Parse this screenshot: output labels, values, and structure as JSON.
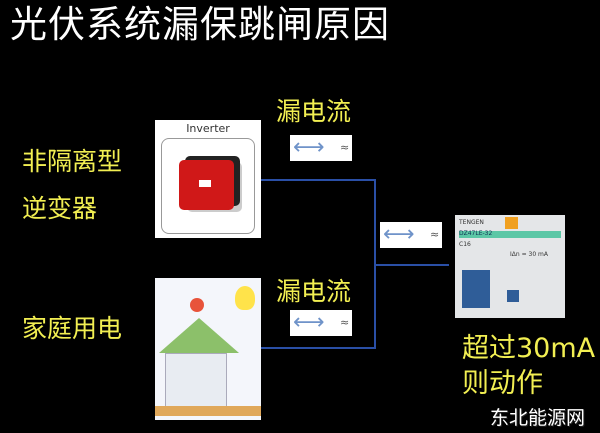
{
  "title": "光伏系统漏保跳闸原因",
  "left_labels": {
    "inverter_line1": "非隔离型",
    "inverter_line2": "逆变器",
    "home": "家庭用电"
  },
  "leak_labels": {
    "top": "漏电流",
    "bottom": "漏电流"
  },
  "inverter_caption": "Inverter",
  "ac_symbol": "≈",
  "breaker_text": {
    "brand": "TENGEN",
    "model": "DZ47LE-32",
    "rating": "C16",
    "spec": "IΔn = 30 mA"
  },
  "result": {
    "line1": "超过30mA",
    "line2": "则动作"
  },
  "watermark": "东北能源网",
  "colors": {
    "text_yellow": "#f2ef52",
    "wire_blue": "#2a4fa6",
    "arrow_blue": "#6f93c9"
  }
}
